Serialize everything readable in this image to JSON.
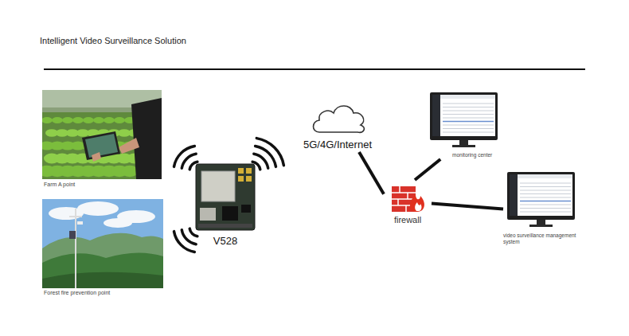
{
  "diagram": {
    "title": "Intelligent Video Surveillance Solution",
    "nodes": [
      {
        "text": [
          "Farm A point"
        ]
      },
      {
        "text": [
          "Forest fire prevention point"
        ]
      },
      {
        "text": [
          "V528"
        ]
      },
      {
        "text": [
          "5G/4G/Internet"
        ]
      },
      {
        "text": [
          "firewall"
        ]
      },
      {
        "text": [
          "monitoring center"
        ]
      },
      {
        "text": [
          "video surveillance management system"
        ]
      }
    ],
    "edges": [
      {
        "from": 3,
        "to": 4,
        "arrow": "none"
      },
      {
        "from": 4,
        "to": 5,
        "arrow": "none"
      },
      {
        "from": 4,
        "to": 6,
        "arrow": "none"
      }
    ]
  }
}
